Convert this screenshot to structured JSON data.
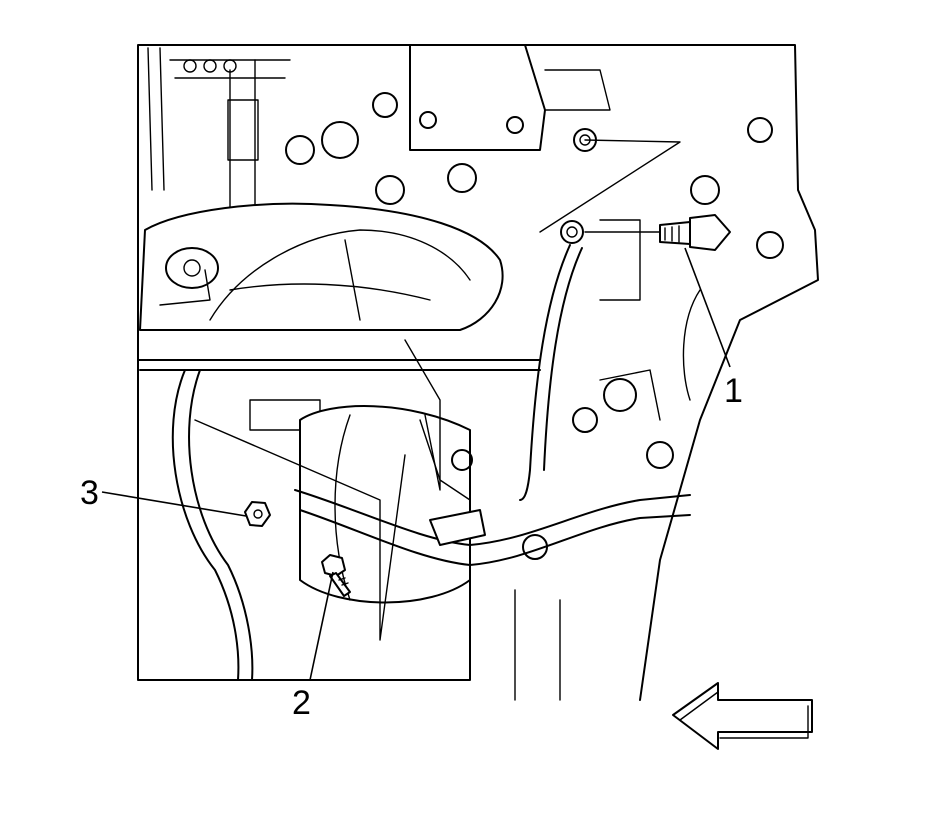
{
  "callouts": [
    {
      "id": "1",
      "label": "1"
    },
    {
      "id": "2",
      "label": "2"
    },
    {
      "id": "3",
      "label": "3"
    }
  ],
  "direction_arrow": {
    "icon": "left-arrow-icon",
    "meaning": "front-of-vehicle"
  },
  "colors": {
    "line": "#000000",
    "background": "#ffffff"
  }
}
